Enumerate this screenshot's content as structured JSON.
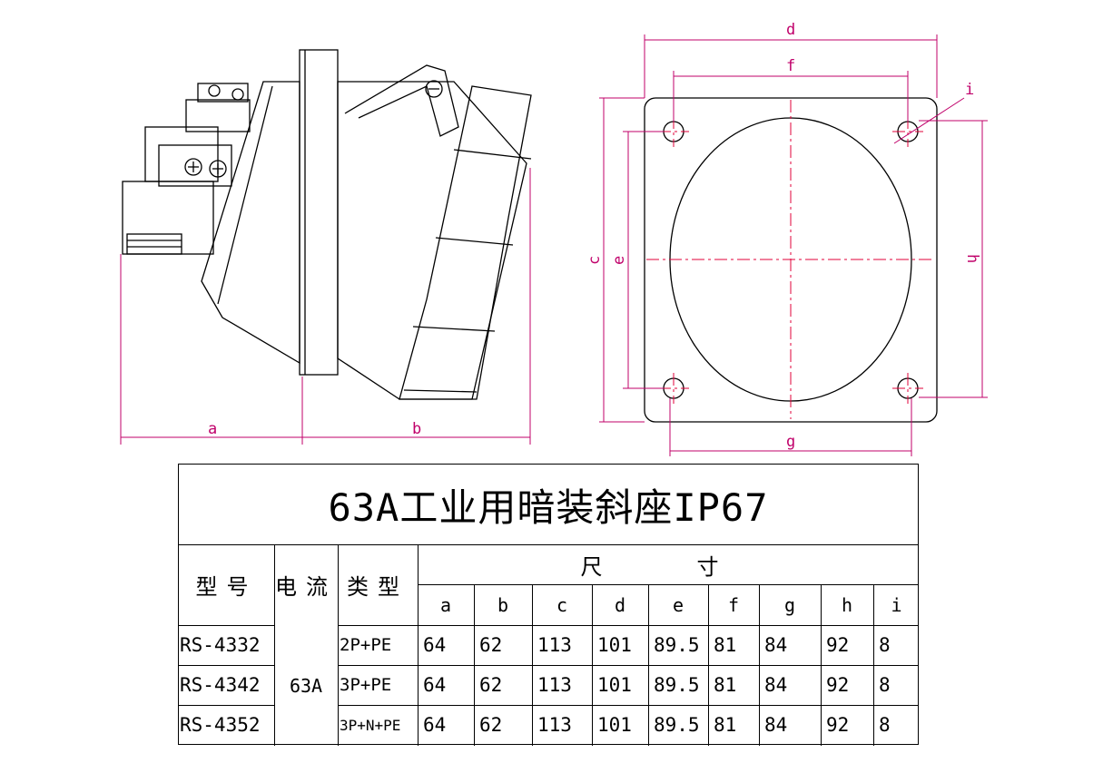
{
  "drawing": {
    "dimension_labels": {
      "a": "a",
      "b": "b",
      "c": "c",
      "d": "d",
      "e": "e",
      "f": "f",
      "g": "g",
      "h": "h",
      "i": "i"
    },
    "colors": {
      "outline": "#000000",
      "dimension": "#c0006a",
      "centerline": "#e0003a"
    }
  },
  "table": {
    "title": "63A工业用暗装斜座IP67",
    "headers": {
      "model": "型号",
      "current": "电流",
      "type": "类型",
      "size": "尺　寸"
    },
    "size_columns": [
      "a",
      "b",
      "c",
      "d",
      "e",
      "f",
      "g",
      "h",
      "i"
    ],
    "current_value": "63A",
    "rows": [
      {
        "model": "RS-4332",
        "type": "2P+PE",
        "sizes": [
          "64",
          "62",
          "113",
          "101",
          "89.5",
          "81",
          "84",
          "92",
          "8"
        ]
      },
      {
        "model": "RS-4342",
        "type": "3P+PE",
        "sizes": [
          "64",
          "62",
          "113",
          "101",
          "89.5",
          "81",
          "84",
          "92",
          "8"
        ]
      },
      {
        "model": "RS-4352",
        "type": "3P+N+PE",
        "sizes": [
          "64",
          "62",
          "113",
          "101",
          "89.5",
          "81",
          "84",
          "92",
          "8"
        ]
      }
    ]
  }
}
